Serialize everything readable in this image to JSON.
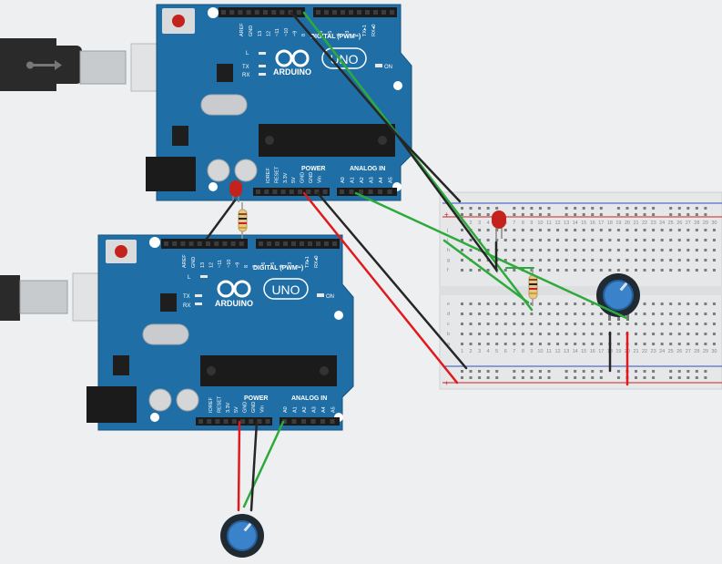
{
  "canvas": {
    "background": "#edeff1"
  },
  "colors": {
    "board": "#1f6fa6",
    "board_edge": "#14527e",
    "wire_red": "#e0191c",
    "wire_black": "#262626",
    "wire_green": "#2eaa3d",
    "led": "#c4231d",
    "pot_knob": "#3a82c9"
  },
  "board_top": {
    "brand": "ARDUINO",
    "model": "UNO",
    "digital_header": "DIGITAL (PWM~)",
    "power_header": "POWER",
    "analog_header": "ANALOG IN",
    "on_label": "ON",
    "l_label": "L",
    "tx_label": "TX",
    "rx_label": "RX",
    "aref_label": "AREF",
    "gnd_label": "GND",
    "digital_pins": [
      "13",
      "12",
      "~11",
      "~10",
      "~9",
      "8",
      "7",
      "~6",
      "~5",
      "4",
      "~3",
      "2",
      "TX▸1",
      "RX◂0"
    ],
    "power_pins": [
      "IOREF",
      "RESET",
      "3.3V",
      "5V",
      "GND",
      "GND",
      "Vin"
    ],
    "analog_pins": [
      "A0",
      "A1",
      "A2",
      "A3",
      "A4",
      "A5"
    ]
  },
  "board_bottom": {
    "brand": "ARDUINO",
    "model": "UNO",
    "digital_header": "DIGITAL (PWM~)",
    "power_header": "POWER",
    "analog_header": "ANALOG IN",
    "on_label": "ON",
    "l_label": "L",
    "tx_label": "TX",
    "rx_label": "RX",
    "aref_label": "AREF",
    "gnd_label": "GND",
    "digital_pins": [
      "13",
      "12",
      "~11",
      "~10",
      "~9",
      "8",
      "7",
      "~6",
      "~5",
      "4",
      "~3",
      "2",
      "TX▸1",
      "RX◂0"
    ],
    "power_pins": [
      "IOREF",
      "RESET",
      "3.3V",
      "5V",
      "GND",
      "GND",
      "Vin"
    ],
    "analog_pins": [
      "A0",
      "A1",
      "A2",
      "A3",
      "A4",
      "A5"
    ]
  },
  "breadboard": {
    "rows_top": [
      "j",
      "i",
      "h",
      "g",
      "f"
    ],
    "rows_bottom": [
      "e",
      "d",
      "c",
      "b",
      "a"
    ],
    "columns": [
      "1",
      "2",
      "3",
      "4",
      "5",
      "6",
      "7",
      "8",
      "9",
      "10",
      "11",
      "12",
      "13",
      "14",
      "15",
      "16",
      "17",
      "18",
      "19",
      "20",
      "21",
      "22",
      "23",
      "24",
      "25",
      "26",
      "27",
      "28",
      "29",
      "30"
    ],
    "plus": "+",
    "minus": "−"
  }
}
